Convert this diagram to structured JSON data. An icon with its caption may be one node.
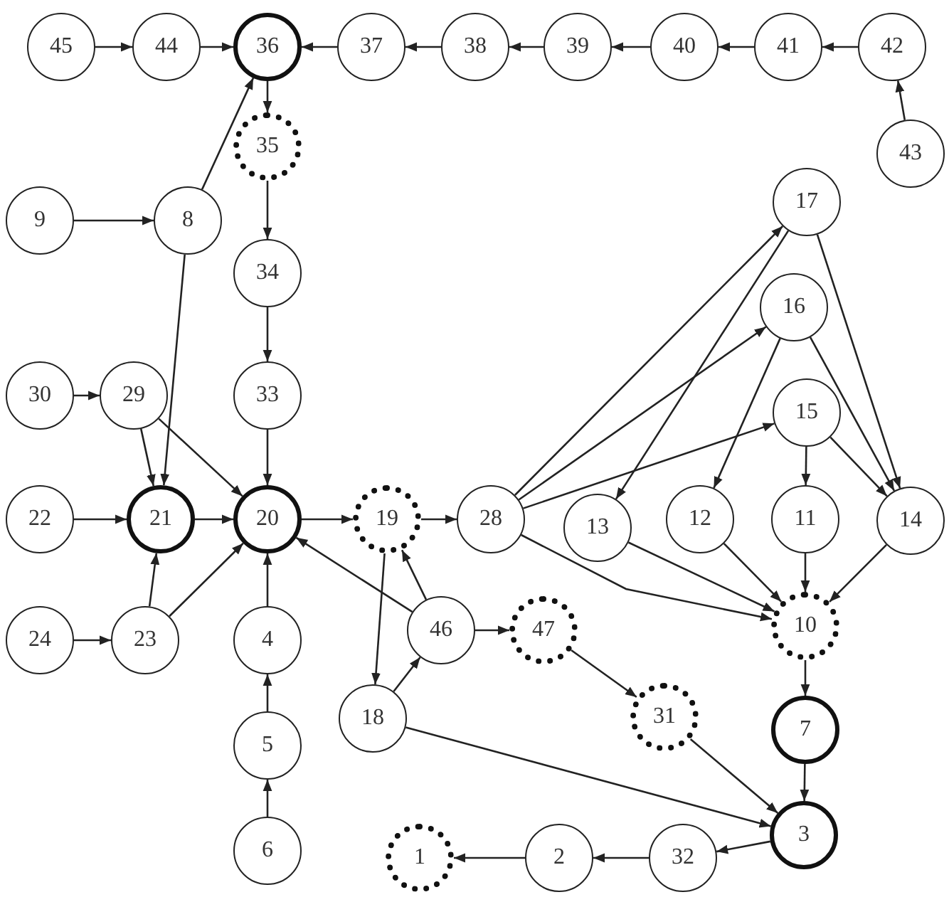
{
  "diagram": {
    "nodes": [
      {
        "text": [
          "45"
        ]
      },
      {
        "text": [
          "44"
        ]
      },
      {
        "text": [
          "36"
        ]
      },
      {
        "text": [
          "37"
        ]
      },
      {
        "text": [
          "38"
        ]
      },
      {
        "text": [
          "39"
        ]
      },
      {
        "text": [
          "40"
        ]
      },
      {
        "text": [
          "41"
        ]
      },
      {
        "text": [
          "42"
        ]
      },
      {
        "text": [
          "35"
        ]
      },
      {
        "text": [
          "43"
        ]
      },
      {
        "text": [
          "9"
        ]
      },
      {
        "text": [
          "8"
        ]
      },
      {
        "text": [
          "17"
        ]
      },
      {
        "text": [
          "34"
        ]
      },
      {
        "text": [
          "16"
        ]
      },
      {
        "text": [
          "30"
        ]
      },
      {
        "text": [
          "29"
        ]
      },
      {
        "text": [
          "33"
        ]
      },
      {
        "text": [
          "15"
        ]
      },
      {
        "text": [
          "22"
        ]
      },
      {
        "text": [
          "21"
        ]
      },
      {
        "text": [
          "20"
        ]
      },
      {
        "text": [
          "19"
        ]
      },
      {
        "text": [
          "28"
        ]
      },
      {
        "text": [
          "13"
        ]
      },
      {
        "text": [
          "12"
        ]
      },
      {
        "text": [
          "11"
        ]
      },
      {
        "text": [
          "14"
        ]
      },
      {
        "text": [
          "24"
        ]
      },
      {
        "text": [
          "23"
        ]
      },
      {
        "text": [
          "4"
        ]
      },
      {
        "text": [
          "46"
        ]
      },
      {
        "text": [
          "47"
        ]
      },
      {
        "text": [
          "10"
        ]
      },
      {
        "text": [
          "18"
        ]
      },
      {
        "text": [
          "5"
        ]
      },
      {
        "text": [
          "31"
        ]
      },
      {
        "text": [
          "7"
        ]
      },
      {
        "text": [
          "3"
        ]
      },
      {
        "text": [
          "6"
        ]
      },
      {
        "text": [
          "1"
        ]
      },
      {
        "text": [
          "2"
        ]
      },
      {
        "text": [
          "32"
        ]
      }
    ],
    "edges": [
      {
        "from": 0,
        "to": 1,
        "arrow": "to"
      },
      {
        "from": 1,
        "to": 2,
        "arrow": "to"
      },
      {
        "from": 3,
        "to": 2,
        "arrow": "to"
      },
      {
        "from": 4,
        "to": 3,
        "arrow": "to"
      },
      {
        "from": 5,
        "to": 4,
        "arrow": "to"
      },
      {
        "from": 6,
        "to": 5,
        "arrow": "to"
      },
      {
        "from": 7,
        "to": 6,
        "arrow": "to"
      },
      {
        "from": 8,
        "to": 7,
        "arrow": "to"
      },
      {
        "from": 10,
        "to": 8,
        "arrow": "to"
      },
      {
        "from": 2,
        "to": 9,
        "arrow": "to"
      },
      {
        "from": 9,
        "to": 14,
        "arrow": "to"
      },
      {
        "from": 14,
        "to": 18,
        "arrow": "to"
      },
      {
        "from": 18,
        "to": 22,
        "arrow": "to"
      },
      {
        "from": 11,
        "to": 12,
        "arrow": "to"
      },
      {
        "from": 12,
        "to": 2,
        "arrow": "to"
      },
      {
        "from": 12,
        "to": 21,
        "arrow": "to"
      },
      {
        "from": 16,
        "to": 17,
        "arrow": "to"
      },
      {
        "from": 17,
        "to": 21,
        "arrow": "to"
      },
      {
        "from": 17,
        "to": 22,
        "arrow": "to"
      },
      {
        "from": 20,
        "to": 21,
        "arrow": "to"
      },
      {
        "from": 21,
        "to": 22,
        "arrow": "to"
      },
      {
        "from": 29,
        "to": 30,
        "arrow": "to"
      },
      {
        "from": 30,
        "to": 21,
        "arrow": "to"
      },
      {
        "from": 30,
        "to": 22,
        "arrow": "to"
      },
      {
        "from": 31,
        "to": 22,
        "arrow": "to"
      },
      {
        "from": 36,
        "to": 31,
        "arrow": "to"
      },
      {
        "from": 40,
        "to": 36,
        "arrow": "to"
      },
      {
        "from": 22,
        "to": 23,
        "arrow": "to"
      },
      {
        "from": 23,
        "to": 24,
        "arrow": "to"
      },
      {
        "from": 23,
        "to": 35,
        "arrow": "to"
      },
      {
        "from": 32,
        "to": 23,
        "arrow": "to"
      },
      {
        "from": 32,
        "to": 22,
        "arrow": "to"
      },
      {
        "from": 35,
        "to": 32,
        "arrow": "to"
      },
      {
        "from": 32,
        "to": 33,
        "arrow": "to"
      },
      {
        "from": 33,
        "to": 37,
        "arrow": "to"
      },
      {
        "from": 37,
        "to": 39,
        "arrow": "to"
      },
      {
        "from": 35,
        "to": 39,
        "arrow": "to"
      },
      {
        "from": 24,
        "to": 13,
        "arrow": "to"
      },
      {
        "from": 24,
        "to": 15,
        "arrow": "to"
      },
      {
        "from": 24,
        "to": 19,
        "arrow": "to"
      },
      {
        "from": 24,
        "to": 34,
        "arrow": "to"
      },
      {
        "from": 13,
        "to": 25,
        "arrow": "to"
      },
      {
        "from": 13,
        "to": 28,
        "arrow": "to"
      },
      {
        "from": 15,
        "to": 26,
        "arrow": "to"
      },
      {
        "from": 15,
        "to": 28,
        "arrow": "to"
      },
      {
        "from": 19,
        "to": 27,
        "arrow": "to"
      },
      {
        "from": 19,
        "to": 28,
        "arrow": "to"
      },
      {
        "from": 25,
        "to": 34,
        "arrow": "to"
      },
      {
        "from": 26,
        "to": 34,
        "arrow": "to"
      },
      {
        "from": 27,
        "to": 34,
        "arrow": "to"
      },
      {
        "from": 28,
        "to": 34,
        "arrow": "to"
      },
      {
        "from": 34,
        "to": 38,
        "arrow": "to"
      },
      {
        "from": 38,
        "to": 39,
        "arrow": "to"
      },
      {
        "from": 39,
        "to": 43,
        "arrow": "to"
      },
      {
        "from": 43,
        "to": 42,
        "arrow": "to"
      },
      {
        "from": 42,
        "to": 41,
        "arrow": "to"
      }
    ]
  }
}
